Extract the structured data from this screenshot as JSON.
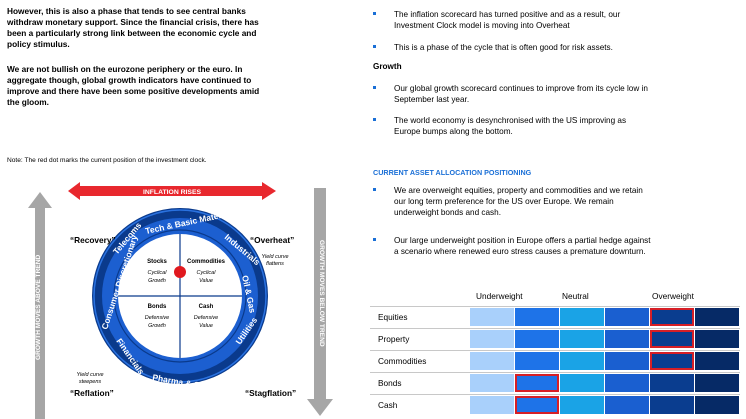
{
  "left_paragraphs": {
    "p1_lines": [
      "However, this is also a phase that tends to see central banks",
      "withdraw monetary support. Since the financial crisis, there has",
      "been a particularly strong link between the economic cycle and",
      "policy stimulus."
    ],
    "p2_lines": [
      "We are not bullish on the eurozone periphery or the euro. In",
      "aggregate though, global growth indicators have continued to",
      "improve and there have been some positive developments amid",
      "the gloom."
    ]
  },
  "note": "Note: The red dot marks the current position of the investment clock.",
  "clock": {
    "banner": "INFLATION RISES",
    "left_arrow": "GROWTH MOVES ABOVE TREND",
    "right_arrow": "GROWTH MOVES BELOW TREND",
    "recovery": "“Recovery”",
    "overheat": "“Overheat”",
    "reflation": "“Reflation”",
    "stagflation": "“Stagflation”",
    "yield_flattens": [
      "Yield curve",
      "flattens"
    ],
    "yield_steepens": [
      "Yield curve",
      "steepens"
    ],
    "ring_sectors": [
      "Tech & Basic Materials",
      "Industrials",
      "Oil & Gas",
      "Utilities",
      "Pharma & Staples",
      "Financials",
      "Consumer Discretionary",
      "Telecoms"
    ],
    "quadrants": [
      {
        "title": "Stocks",
        "l1": "Cyclical",
        "l2": "Growth"
      },
      {
        "title": "Commodities",
        "l1": "Cyclical",
        "l2": "Value"
      },
      {
        "title": "Bonds",
        "l1": "Defensive",
        "l2": "Growth"
      },
      {
        "title": "Cash",
        "l1": "Defensive",
        "l2": "Value"
      }
    ],
    "colors": {
      "dark_blue": "#0a3a8c",
      "mid_blue": "#1c5fd0",
      "banner_red": "#e8282e",
      "arrow_grey": "#a6a6a6",
      "dot_red": "#e0191f"
    }
  },
  "right_top": {
    "bullets_top": [
      [
        "The inflation scorecard has turned positive and as a result, our",
        "Investment Clock model is moving into Overheat"
      ],
      [
        "This is a phase of the cycle that is often good for risk assets."
      ]
    ],
    "growth_heading": "Growth",
    "growth_bullets": [
      [
        "Our global growth scorecard continues to improve from its cycle low in",
        "September last year."
      ],
      [
        "The world economy is desynchronised with the US improving as",
        "Europe bumps along the bottom."
      ]
    ]
  },
  "allocation": {
    "heading": "CURRENT ASSET ALLOCATION POSITIONING",
    "bullets": [
      [
        "We are overweight equities, property and commodities and we retain",
        "our long term preference for the US over Europe. We remain",
        "underweight bonds and cash."
      ],
      [
        "Our large underweight position in Europe offers a partial hedge against",
        "a scenario where renewed euro stress causes a premature downturn."
      ]
    ]
  },
  "positioning_table": {
    "columns": [
      "Underweight",
      "Neutral",
      "Overweight"
    ],
    "rows": [
      {
        "label": "Equities",
        "position": 4
      },
      {
        "label": "Property",
        "position": 4
      },
      {
        "label": "Commodities",
        "position": 4
      },
      {
        "label": "Bonds",
        "position": 1
      },
      {
        "label": "Cash",
        "position": 1
      }
    ],
    "cell_colors": [
      "#a9d0fb",
      "#1e73e8",
      "#1aa3e6",
      "#1a5fd0",
      "#0a3d8f",
      "#062a66"
    ]
  }
}
